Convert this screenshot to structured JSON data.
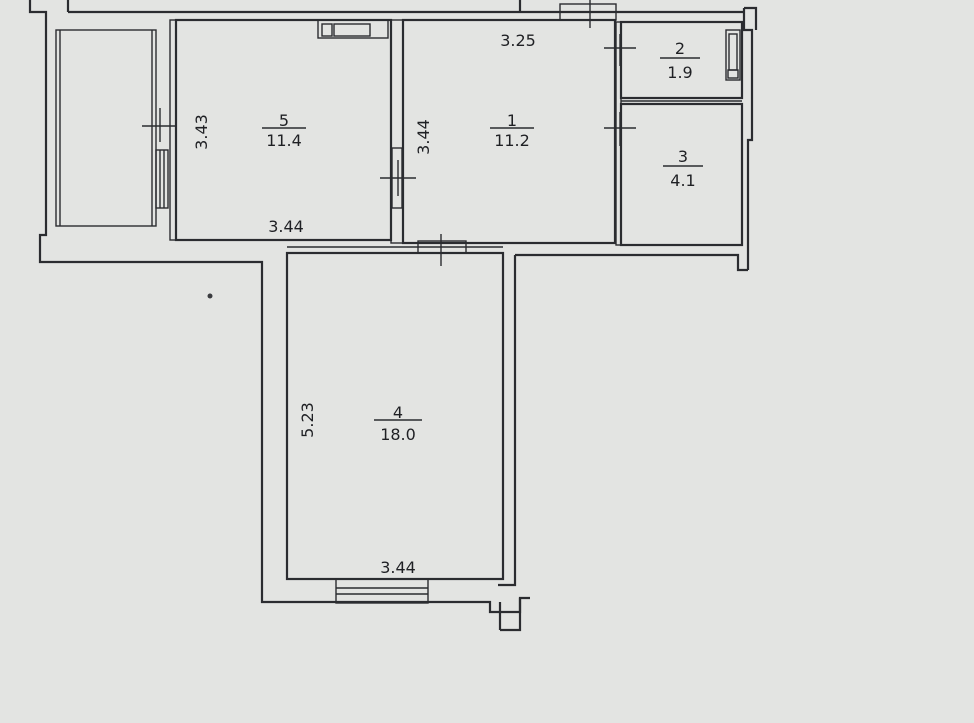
{
  "rooms": [
    {
      "number": "1",
      "area": "11.2"
    },
    {
      "number": "2",
      "area": "1.9"
    },
    {
      "number": "3",
      "area": "4.1"
    },
    {
      "number": "4",
      "area": "18.0"
    },
    {
      "number": "5",
      "area": "11.4"
    }
  ],
  "dimensions": {
    "room1_top": "3.25",
    "room1_left": "3.44",
    "room5_left": "3.43",
    "room5_bottom": "3.44",
    "room4_left": "5.23",
    "room4_bottom": "3.44"
  }
}
